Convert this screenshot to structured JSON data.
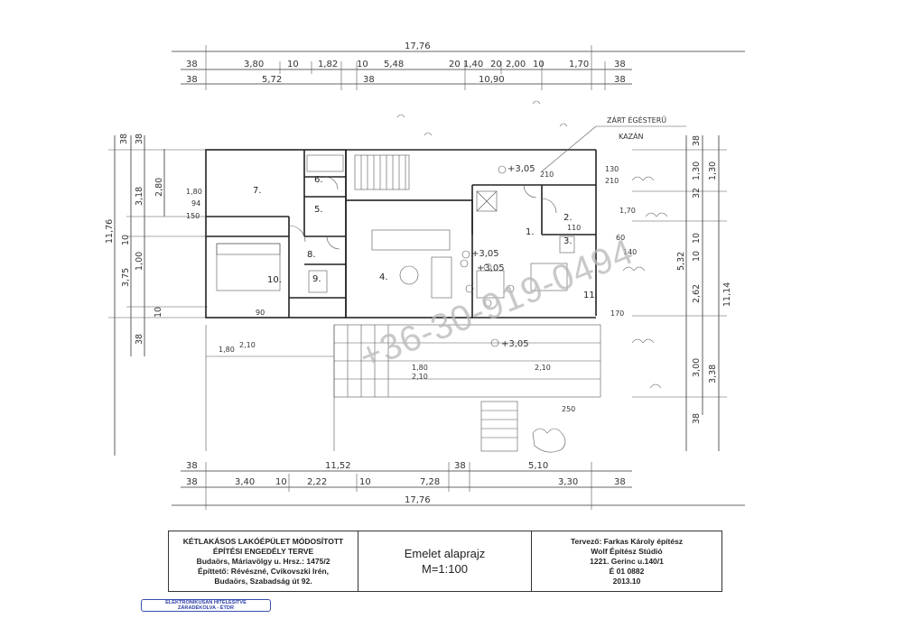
{
  "top_dims": {
    "overall": "17,76",
    "row1": [
      "38",
      "3,80",
      "10",
      "1,82",
      "10",
      "5,48",
      "20",
      "1,40",
      "20",
      "2,00",
      "10",
      "1,70",
      "38"
    ],
    "row2": [
      "38",
      "5,72",
      "38",
      "10,90",
      "38"
    ]
  },
  "bottom_dims": {
    "row1": [
      "38",
      "11,52",
      "38",
      "5,10"
    ],
    "row2": [
      "38",
      "3,40",
      "10",
      "2,22",
      "10",
      "7,28",
      "3,30",
      "38"
    ],
    "overall": "17,76"
  },
  "left_dims": [
    "38",
    "38",
    "2,80",
    "3,18",
    "11,76",
    "3,75",
    "10",
    "1,00",
    "10",
    "38"
  ],
  "right_dims": [
    "38",
    "1,30",
    "32",
    "1,30",
    "10",
    "2,62",
    "10",
    "5,32",
    "11,14",
    "3,00",
    "3,38",
    "38"
  ],
  "levels": [
    "+3,05",
    "+3,05",
    "+3,05",
    "+3,05"
  ],
  "rooms": [
    "1.",
    "2.",
    "3.",
    "4.",
    "5.",
    "6.",
    "7.",
    "8.",
    "9.",
    "10.",
    "11."
  ],
  "small_labels": [
    "1,80",
    "1,80",
    "94",
    "150",
    "130",
    "210",
    "110",
    "140",
    "170",
    "60",
    "210",
    "250",
    "90",
    "2,10",
    "1,70",
    "2,10",
    "1,80",
    "2,10"
  ],
  "annotations": {
    "chimney": "ZÁRT ÉGÉSTERŰ",
    "boiler": "KAZÁN"
  },
  "watermark": "+36-30-919-0494",
  "title_block": {
    "left_lines": [
      "KÉTLAKÁSOS LAKÓÉPÜLET MÓDOSÍTOTT",
      "ÉPÍTÉSI   ENGEDÉLY TERVE",
      "Budaörs, Máriavölgy u.  Hrsz.: 1475/2",
      "Építtető: Révészné, Cvikovszki Irén,",
      "Budaörs, Szabadság út 92."
    ],
    "title": "Emelet alaprajz",
    "scale": "M=1:100",
    "right_lines": [
      "Tervező: Farkas Károly építész",
      "Wolf Építész Stúdió",
      "1221. Gerinc u.140/1",
      "É 01 0882",
      "2013.10"
    ]
  },
  "stamp": {
    "line1": "ELEKTRONIKUSAN HITELESÍTVE",
    "line2": "ZÁRADÉKOLVA - ÉTDR"
  }
}
